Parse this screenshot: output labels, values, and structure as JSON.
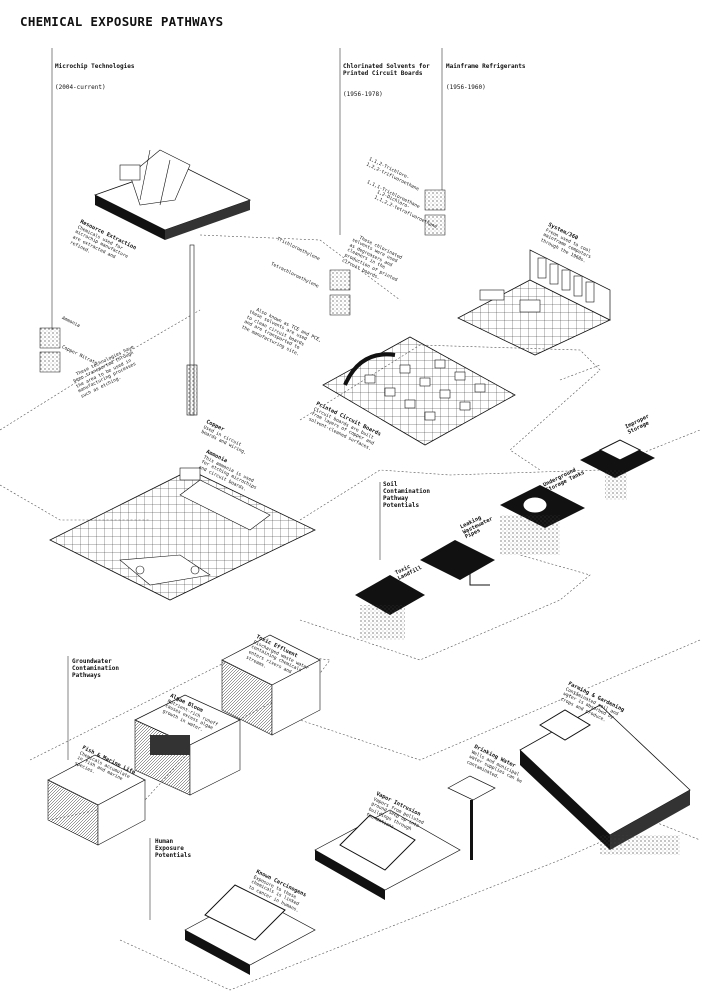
{
  "title": "CHEMICAL EXPOSURE PATHWAYS",
  "headers": [
    {
      "name": "Microchip Technologies",
      "sub": "(2004-current)"
    },
    {
      "name": "Chlorinated Solvents for\nPrinted Circuit Boards",
      "sub": "(1956-1978)"
    },
    {
      "name": "Mainframe Refrigerants",
      "sub": "(1956-1960)"
    }
  ],
  "sections": {
    "soil": "Soil\nContamination\nPathway\nPotentials",
    "groundwater": "Groundwater\nContamination\nPathways",
    "human": "Human\nExposure\nPotentials"
  },
  "nodes": {
    "resource_extraction": {
      "title": "Resource Extraction",
      "text": "Chemicals used for\nmicrochip manufacture\nare extracted and\nrefined."
    },
    "system360": {
      "title": "System/360",
      "text": "Freon used to cool\nmainframe computers\nthrough the 1960s."
    },
    "chemicals_pcb": {
      "text": "These chlorinated\nsolvents were used\nas degreasers and\ncleaners in the\nproduction of printed\ncircuit boards."
    },
    "tce_pathway": {
      "text": "Also known as TCE and PCE,\nthese solvents are used\nto clean circuit boards\nand are transported to\nthe manufacturing site."
    },
    "truck_text": {
      "text": "These technologies have\nbeen transported through\nthe area to be used in\nmanufacturing processes\nsuch as etching."
    },
    "pcb": {
      "title": "Printed Circuit Boards",
      "text": "Circuit boards are built\nfrom layers of copper and\nsolvent-cleaned surfaces."
    },
    "copper": {
      "title": "Copper",
      "text": "Used in circuit\nboards and wiring."
    },
    "ammonia": {
      "title": "Ammonia",
      "text": "This ammonia is used\nfor etching microchips\nand circuit boards."
    },
    "improper_storage": {
      "title": "Improper\nStorage"
    },
    "underground_tanks": {
      "title": "Underground\nStorage Tanks"
    },
    "leaking_pipes": {
      "title": "Leaking\nWastewater\nPipes"
    },
    "toxic_landfill": {
      "title": "Toxic\nLandfill"
    },
    "toxic_effluent": {
      "title": "Toxic Effluent",
      "text": "Discharged waste water\ncontaining chemicals\nenters rivers and\nstreams."
    },
    "algae_bloom": {
      "title": "Algae Bloom",
      "text": "Nutrient-rich runoff\ncauses excess algae\ngrowth in water."
    },
    "fish_marine": {
      "title": "Fish & Marine Life",
      "text": "Chemicals accumulate\nin fish and marine\nspecies."
    },
    "farming": {
      "title": "Farming & Gardening",
      "text": "Contaminated soil and\nwater is absorbed by\ncrops and produce."
    },
    "drinking_water": {
      "title": "Drinking Water",
      "text": "Wells and municipal\nwater supplies can be\ncontaminated."
    },
    "vapor_intrusion": {
      "title": "Vapor Intrusion",
      "text": "Vapors from polluted\nground seep up into\nbuildings through\nfoundations."
    },
    "known_carcinogens": {
      "title": "Known Carcinogens",
      "text": "Exposure to these\nchemicals is linked\nto cancer in humans."
    }
  },
  "chemicals": {
    "ammonia": "Ammonia",
    "copper_nitrate": "Copper Nitrate",
    "trichloroethylene": "Trichloroethylene",
    "tetrachloroethylene": "Tetrachloroethylene",
    "tct": "1,1,2-Trichloro-\n1,2,2-trifluoroethane",
    "dichloro": "1,2-Dichloro-\n1,1,2,2-tetrafluoroethane",
    "tca": "1,1,1-Trichloroethane"
  }
}
